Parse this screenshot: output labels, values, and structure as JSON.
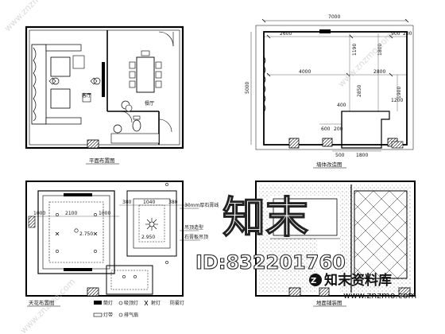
{
  "panels": {
    "plan": {
      "caption": "平面布置图"
    },
    "wall": {
      "caption": "墙体改造图",
      "dimensions": [
        "7000",
        "2600",
        "900",
        "200",
        "4000",
        "2800",
        "1190",
        "1800",
        "5000",
        "2850",
        "1900",
        "1200",
        "400",
        "600",
        "200",
        "1800",
        "500"
      ]
    },
    "ceiling": {
      "caption": "天花布置图",
      "dimensions": [
        "1000",
        "2100",
        "1000",
        "380",
        "1040",
        "380",
        "2.750",
        "2.950"
      ],
      "notes": [
        "30mm厚石膏线",
        "吊顶造型",
        "石膏板吊顶"
      ],
      "legend": [
        "筒灯",
        "吸顶灯",
        "射灯",
        "防雾灯",
        "灯带",
        "排气扇"
      ]
    },
    "floor": {
      "caption": "地面铺装图"
    }
  },
  "watermark": {
    "logo_glyph": "知",
    "logo_glyph2": "末",
    "id_text": "ID:832201760",
    "site_name": "知末资料库",
    "site_url": "www.znzmo.com",
    "diag_text": "www.znzmo.com"
  }
}
